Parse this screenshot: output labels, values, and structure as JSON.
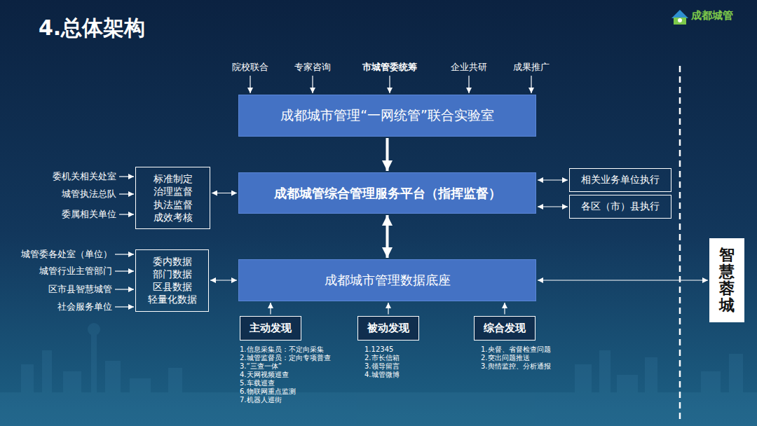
{
  "diagram": {
    "title": "4.总体架构",
    "nodes": [
      {
        "text": [
          "院校联合"
        ]
      },
      {
        "text": [
          "专家咨询"
        ]
      },
      {
        "text": [
          "市城管委统筹"
        ]
      },
      {
        "text": [
          "企业共研"
        ]
      },
      {
        "text": [
          "成果推广"
        ]
      },
      {
        "text": [
          "成都城市管理“一网统管”联合实验室"
        ]
      },
      {
        "text": [
          "委机关相关处室"
        ]
      },
      {
        "text": [
          "城管执法总队"
        ]
      },
      {
        "text": [
          "委属相关单位"
        ]
      },
      {
        "text": [
          "标准制定 治理监督 执法监督 成效考核"
        ]
      },
      {
        "text": [
          "成都城管综合管理服务平台（指挥监督）"
        ]
      },
      {
        "text": [
          "相关业务单位执行"
        ]
      },
      {
        "text": [
          "各区（市）县执行"
        ]
      },
      {
        "text": [
          "城管委各处室（单位）"
        ]
      },
      {
        "text": [
          "城管行业主管部门"
        ]
      },
      {
        "text": [
          "区市县智慧城管"
        ]
      },
      {
        "text": [
          "社会服务单位"
        ]
      },
      {
        "text": [
          "委内数据 部门数据 区县数据 轻量化数据"
        ]
      },
      {
        "text": [
          "成都城市管理数据底座"
        ]
      },
      {
        "text": [
          "主动发现"
        ]
      },
      {
        "text": [
          "被动发现"
        ]
      },
      {
        "text": [
          "综合发现"
        ]
      },
      {
        "text": [
          "智慧蓉城"
        ]
      }
    ],
    "edges": [
      {
        "from": 0,
        "to": 5,
        "arrow": "to"
      },
      {
        "from": 1,
        "to": 5,
        "arrow": "to"
      },
      {
        "from": 2,
        "to": 5,
        "arrow": "to"
      },
      {
        "from": 3,
        "to": 5,
        "arrow": "to"
      },
      {
        "from": 4,
        "to": 5,
        "arrow": "to"
      },
      {
        "from": 5,
        "to": 10,
        "arrow": "to"
      },
      {
        "from": 6,
        "to": 9,
        "arrow": "to"
      },
      {
        "from": 7,
        "to": 9,
        "arrow": "to"
      },
      {
        "from": 8,
        "to": 9,
        "arrow": "to"
      },
      {
        "from": 9,
        "to": 10,
        "arrow": "both"
      },
      {
        "from": 10,
        "to": 11,
        "arrow": "both"
      },
      {
        "from": 10,
        "to": 12,
        "arrow": "both"
      },
      {
        "from": 10,
        "to": 18,
        "arrow": "both"
      },
      {
        "from": 13,
        "to": 17,
        "arrow": "to"
      },
      {
        "from": 14,
        "to": 17,
        "arrow": "to"
      },
      {
        "from": 15,
        "to": 17,
        "arrow": "to"
      },
      {
        "from": 16,
        "to": 17,
        "arrow": "to"
      },
      {
        "from": 17,
        "to": 18,
        "arrow": "both"
      },
      {
        "from": 19,
        "to": 18,
        "arrow": "to"
      },
      {
        "from": 20,
        "to": 18,
        "arrow": "to"
      },
      {
        "from": 21,
        "to": 18,
        "arrow": "to"
      },
      {
        "from": 18,
        "to": 22,
        "arrow": "both"
      }
    ],
    "labels": [
      "成都城管",
      "1.信息采集员：不定向采集",
      "2.城管监督员：定向专项普查",
      "3.“三查一体”",
      "4.天网视频巡查",
      "5.车载巡查",
      "6.物联网重点监测",
      "7.机器人巡街",
      "1.12345",
      "2.市长信箱",
      "3.领导留言",
      "4.城管微博",
      "1.央督、省督检查问题",
      "2.突出问题推送",
      "3.舆情监控、分析通报"
    ]
  }
}
